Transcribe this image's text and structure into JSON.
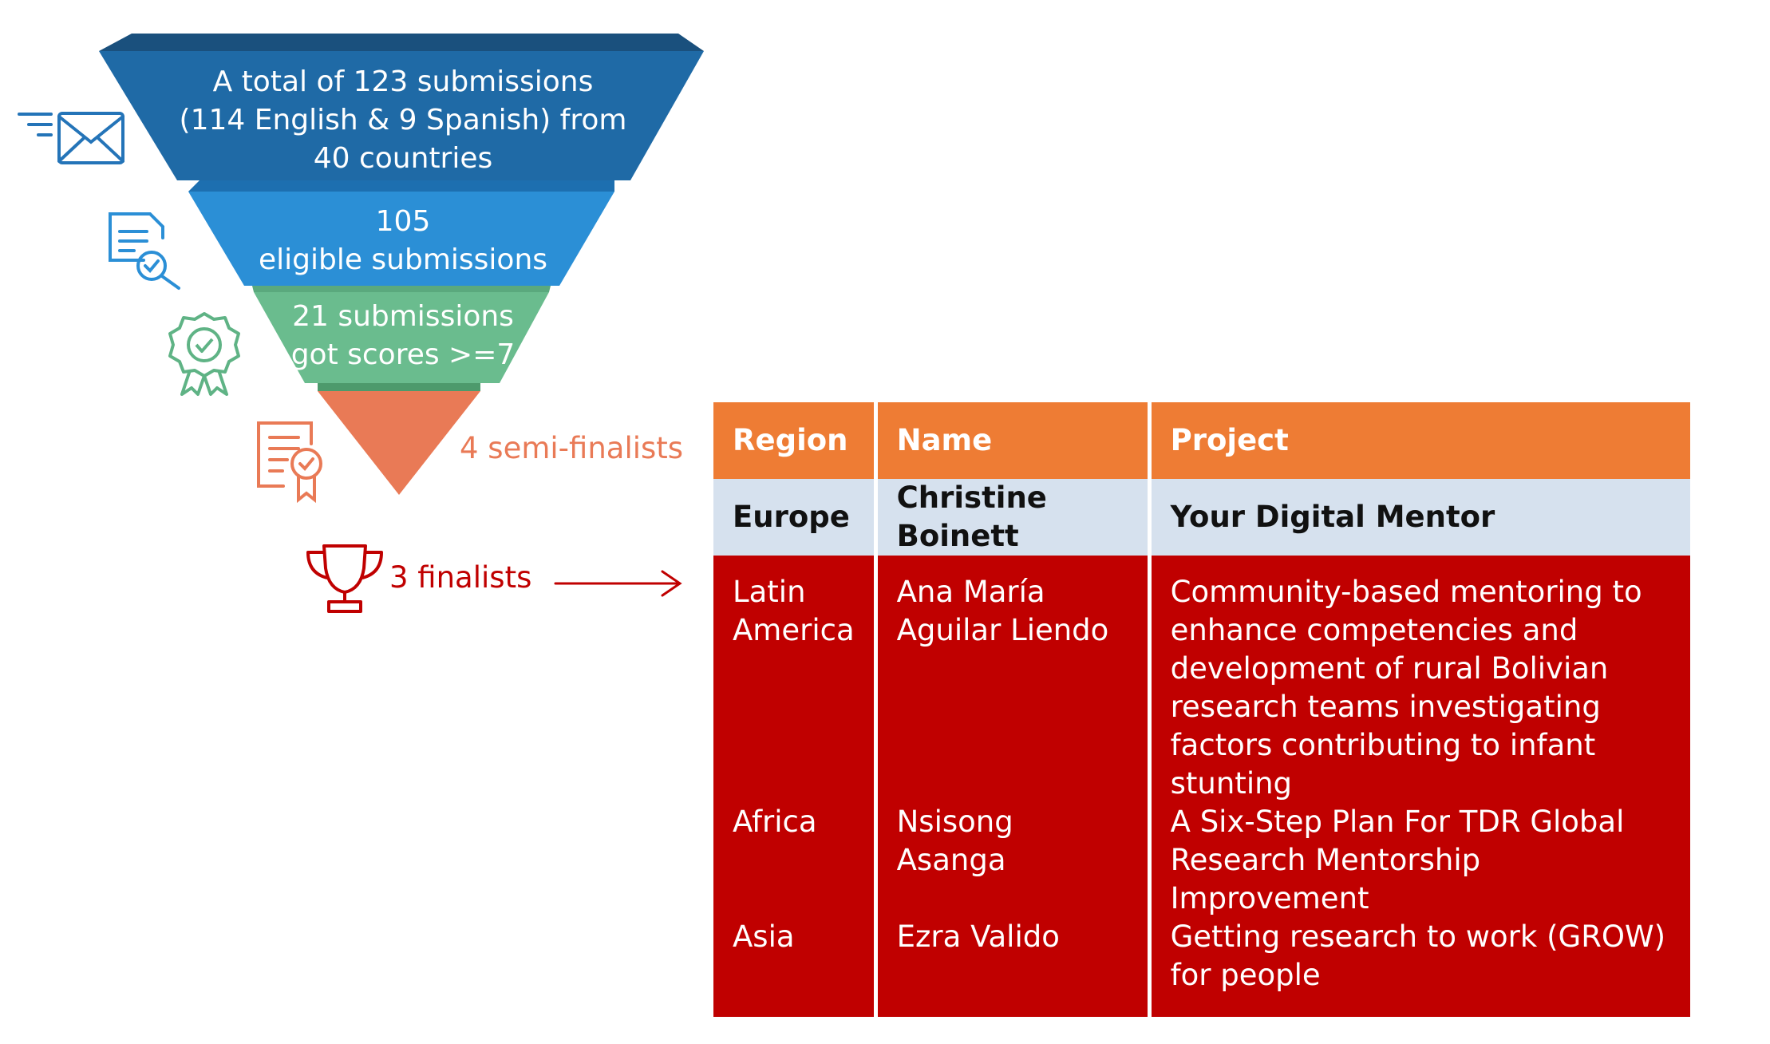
{
  "colors": {
    "level1": "#1f6aa6",
    "level1_top": "#1a507d",
    "level2": "#2b8fd6",
    "level3": "#6abc8e",
    "level4": "#e97a56",
    "finalists": "#c00000",
    "header": "#ee7c34",
    "highlight_row": "#d6e1ee",
    "body_rows": "#c00000"
  },
  "funnel": {
    "level1": [
      "A total of 123 submissions",
      "(114 English & 9 Spanish) from",
      "40 countries"
    ],
    "level2": [
      "105",
      "eligible submissions"
    ],
    "level3": [
      "21 submissions",
      "got scores >=7"
    ],
    "semifinalists_label": "4 semi-finalists",
    "finalists_label": "3 finalists",
    "icons": [
      "email-icon",
      "document-search-icon",
      "award-ribbon-icon",
      "certificate-icon",
      "trophy-icon",
      "arrow-right-icon"
    ]
  },
  "table": {
    "headers": [
      "Region",
      "Name",
      "Project"
    ],
    "rows": [
      {
        "region": "Europe",
        "name": "Christine Boinett",
        "project": "Your Digital Mentor"
      },
      {
        "region": "Latin America",
        "name": "Ana María Aguilar Liendo",
        "project": "Community-based mentoring to enhance competencies and development of rural Bolivian research teams investigating factors contributing to infant stunting"
      },
      {
        "region": "Africa",
        "name": "Nsisong Asanga",
        "project": "A Six-Step Plan For TDR Global Research Mentorship Improvement"
      },
      {
        "region": "Asia",
        "name": "Ezra Valido",
        "project": "Getting research to work (GROW) for people"
      }
    ]
  }
}
